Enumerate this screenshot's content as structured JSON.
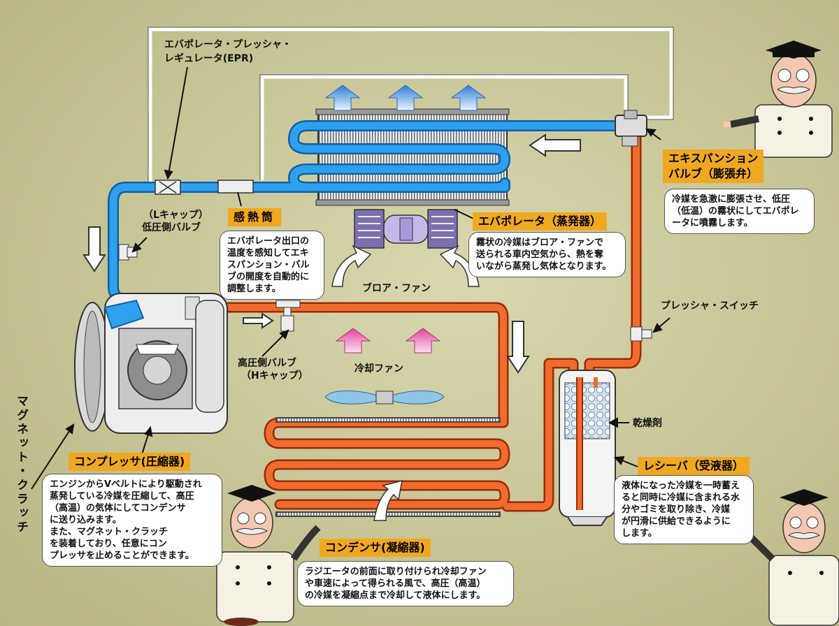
{
  "labels": {
    "epr_line1": "エバポレータ・プレッシャ・",
    "epr_line2": "レギュレータ(EPR)",
    "lcap_line1": "（Lキャップ）",
    "lcap_line2": "低圧側バルブ",
    "hcap_line1": "高圧側バルブ",
    "hcap_line2": "（Hキャップ）",
    "blower_fan": "ブロア・ファン",
    "cooling_fan": "冷却ファン",
    "pressure_switch": "プレッシャ・スイッチ",
    "desiccant": "乾燥剤",
    "magnet_clutch": "マグネット・クラッチ"
  },
  "tags": {
    "sensing_tube": "感熱筒",
    "expansion_valve_1": "エキスパンション",
    "expansion_valve_2": "バルブ（膨張弁）",
    "evaporator": "エバポレータ（蒸発器）",
    "compressor": "コンプレッサ(圧縮器)",
    "receiver": "レシーバ（受液器）",
    "condenser": "コンデンサ(凝縮器)"
  },
  "descriptions": {
    "sensing_tube": [
      "エバポレータ出口の",
      "温度を感知してエキ",
      "スパンション・バル",
      "ブの開度を自動的に",
      "調整します。"
    ],
    "expansion_valve": [
      "冷媒を急激に膨張させ、低圧",
      "（低温）の霧状にしてエバポレ",
      "ータに噴霧します。"
    ],
    "evaporator": [
      "霧状の冷媒はブロア・ファンで",
      "送られる車内空気から、熱を奪",
      "いながら蒸発し気体となります。"
    ],
    "compressor": [
      "エンジンからVベルトにより駆動され",
      "蒸発している冷媒を圧縮して、高圧",
      "（高温）の気体にしてコンデンサ",
      "に送り込みます。",
      "また、マグネット・クラッチ",
      "を装着しており、任意にコン",
      "プレッサを止めることができます。"
    ],
    "receiver": [
      "液体になった冷媒を一時蓄え",
      "ると同時に冷媒に含まれる水",
      "分やゴミを取り除き、冷媒",
      "が円滑に供給できるように",
      "します。"
    ],
    "condenser": [
      "ラジエータの前面に取り付けられ冷却ファン",
      "や車速によって得られる風で、高圧（高温）",
      "の冷媒を凝縮点まで冷却して液体にします。"
    ]
  },
  "colors": {
    "low_pressure_pipe": "#1e90e0",
    "high_pressure_pipe": "#e8541e",
    "tag_background": "#f0a820",
    "background": "#c9c79a"
  }
}
